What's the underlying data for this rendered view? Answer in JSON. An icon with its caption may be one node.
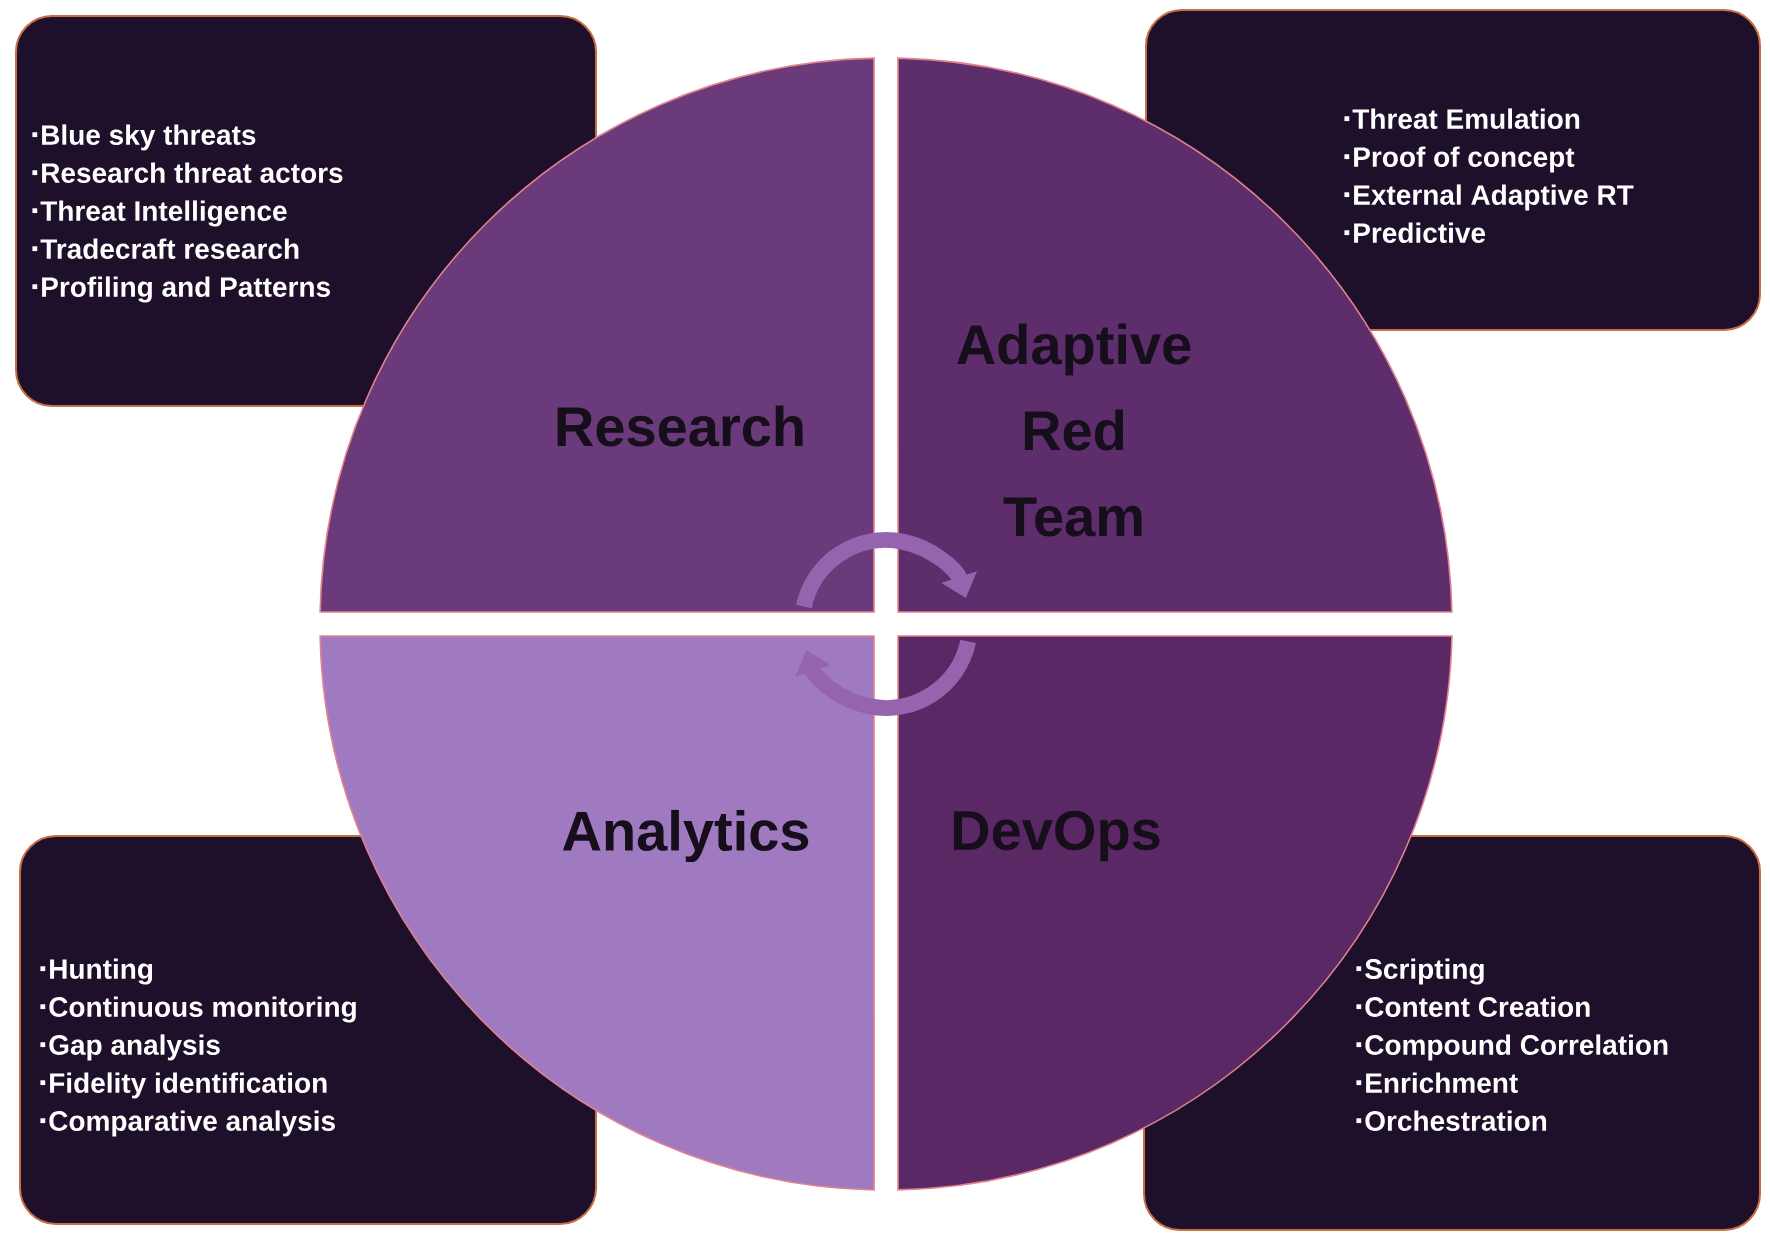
{
  "diagram": {
    "nodes": [
      {
        "text": [
          "Blue sky threats",
          "Research threat actors",
          "Threat Intelligence",
          "Tradecraft research",
          "Profiling and Patterns"
        ]
      },
      {
        "text": [
          "Threat Emulation",
          "Proof of concept",
          "External Adaptive RT",
          "Predictive"
        ]
      },
      {
        "text": [
          "Research"
        ]
      },
      {
        "text": [
          "Adaptive Red Team"
        ]
      },
      {
        "text": [
          "Analytics"
        ]
      },
      {
        "text": [
          "DevOps"
        ]
      },
      {
        "text": [
          "Hunting",
          "Continuous monitoring",
          "Gap analysis",
          "Fidelity identification",
          "Comparative analysis"
        ]
      },
      {
        "text": [
          "Scripting",
          "Content Creation",
          "Compound Correlation",
          "Enrichment",
          "Orchestration"
        ]
      }
    ],
    "edges": [
      {
        "from": 2,
        "to": 3,
        "arrow": "to"
      },
      {
        "from": 5,
        "to": 4,
        "arrow": "to"
      }
    ]
  }
}
